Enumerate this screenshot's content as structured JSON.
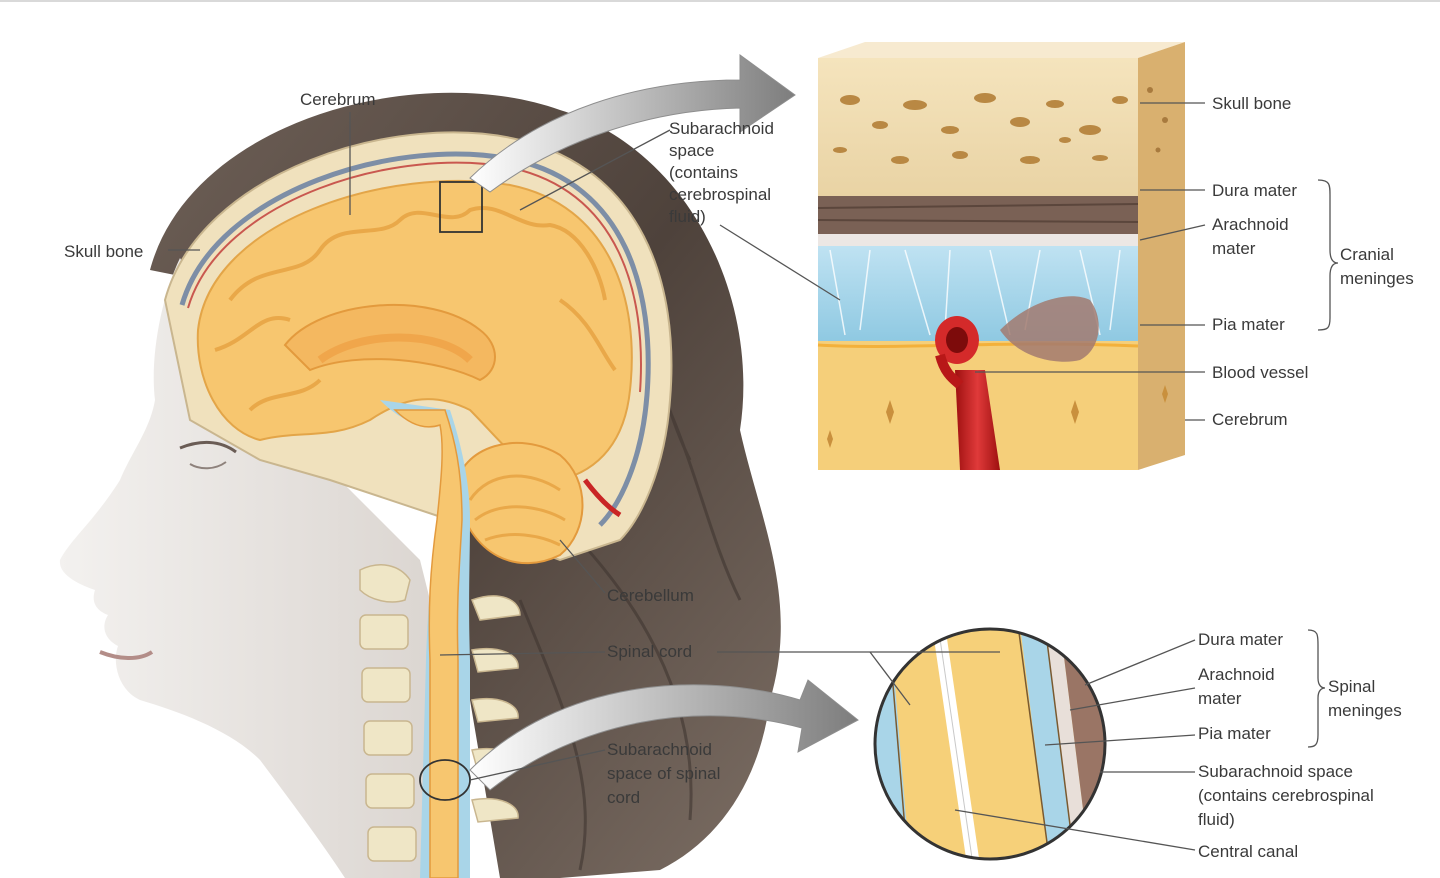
{
  "labels": {
    "cerebrum_main": "Cerebrum",
    "skull_bone_main": "Skull bone",
    "subarachnoid_space": "Subarachnoid\nspace\n(contains\ncerebrospinal\nfluid)",
    "cerebellum": "Cerebellum",
    "spinal_cord": "Spinal cord",
    "subarachnoid_spinal": "Subarachnoid\nspace of spinal\ncord"
  },
  "cranial_inset": {
    "skull_bone": "Skull bone",
    "dura_mater": "Dura mater",
    "arachnoid_mater": "Arachnoid\nmater",
    "group_label": "Cranial\nmeninges",
    "pia_mater": "Pia mater",
    "blood_vessel": "Blood vessel",
    "cerebrum": "Cerebrum"
  },
  "spinal_inset": {
    "dura_mater": "Dura mater",
    "arachnoid_mater": "Arachnoid\nmater",
    "group_label": "Spinal\nmeninges",
    "pia_mater": "Pia mater",
    "subarachnoid_space": "Subarachnoid space\n(contains cerebrospinal\nfluid)",
    "central_canal": "Central canal"
  },
  "colors": {
    "brain": "#f7c66f",
    "brain_fold": "#e9a849",
    "skin": "#ece8e5",
    "hair": "#574a42",
    "bone": "#f1e3bf",
    "csf": "#a9d5e8",
    "dura": "#7a6155",
    "vessel": "#cc1f1f",
    "arrow": "#8e8e8e",
    "leader": "#555555"
  }
}
